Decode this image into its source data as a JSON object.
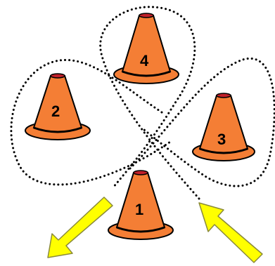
{
  "colors": {
    "background": "#ffffff",
    "cone_fill": "#f47e35",
    "cone_outline": "#000000",
    "cone_tip": "#c0202a",
    "path_dots": "#000000",
    "arrow_fill": "#ffff00",
    "arrow_outline": "#8a8a3a"
  },
  "cones": [
    {
      "id": "cone-1",
      "label": "1"
    },
    {
      "id": "cone-2",
      "label": "2"
    },
    {
      "id": "cone-3",
      "label": "3"
    },
    {
      "id": "cone-4",
      "label": "4"
    }
  ],
  "arrows": [
    {
      "id": "arrow-exit",
      "direction": "down-left"
    },
    {
      "id": "arrow-entry",
      "direction": "up-left"
    }
  ],
  "path": {
    "style": "dotted"
  }
}
